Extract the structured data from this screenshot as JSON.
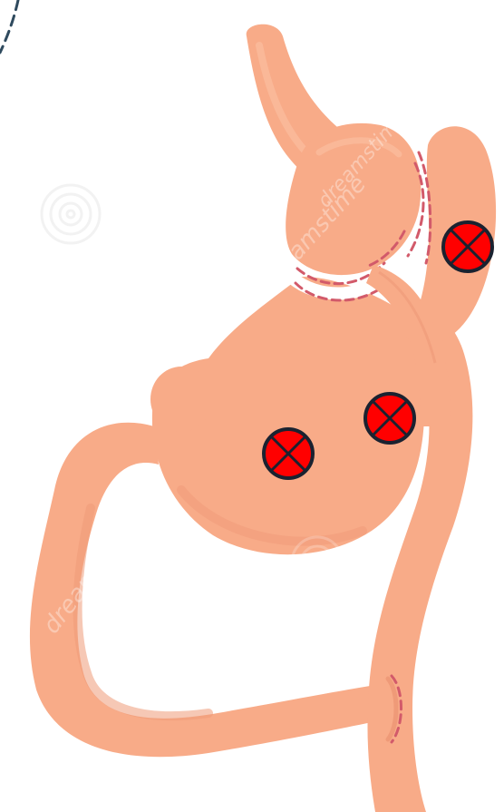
{
  "colors": {
    "tissue": "#f8ab88",
    "tissue_shadow": "#ef9a78",
    "tissue_highlight": "#fbbd9f",
    "staple_line": "#d25a6a",
    "marker_fill": "#ff0000",
    "marker_stroke": "#1a2230",
    "background": "#ffffff",
    "arc_dash": "#2f4a5e"
  },
  "icons": [
    "excluded-mark-icon",
    "excluded-mark-icon",
    "excluded-mark-icon",
    "watermark-spiral-icon"
  ],
  "watermark": {
    "text_1": "dreamstime",
    "text_2": "dreamstime",
    "text_3": "dreamstime"
  },
  "markers": [
    {
      "region": "gastric-remnant-fundus"
    },
    {
      "region": "gastric-remnant-body-upper"
    },
    {
      "region": "gastric-remnant-body-lower"
    }
  ]
}
